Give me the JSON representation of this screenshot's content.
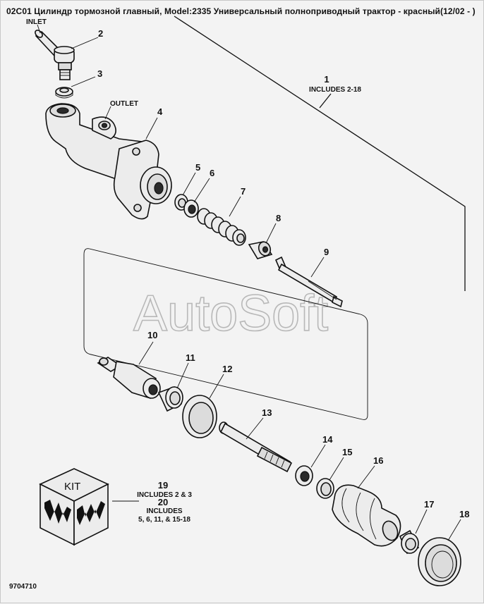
{
  "title": "02C01 Цилиндр тормозной главный, Model:2335 Универсальный полноприводный трактор - красный(12/02 - )",
  "labels": {
    "inlet": "INLET",
    "outlet": "OUTLET",
    "p1": "1",
    "p1_note": "INCLUDES 2-18",
    "p2": "2",
    "p3": "3",
    "p4": "4",
    "p5": "5",
    "p6": "6",
    "p7": "7",
    "p8": "8",
    "p9": "9",
    "p10": "10",
    "p11": "11",
    "p12": "12",
    "p13": "13",
    "p14": "14",
    "p15": "15",
    "p16": "16",
    "p17": "17",
    "p18": "18",
    "p19": "19",
    "p19_note": "INCLUDES 2 & 3",
    "p20": "20",
    "p20_note1": "INCLUDES",
    "p20_note2": "5, 6, 11, & 15-18"
  },
  "kit_label": "KIT",
  "watermark": "AutoSoft",
  "figure_number": "9704710"
}
